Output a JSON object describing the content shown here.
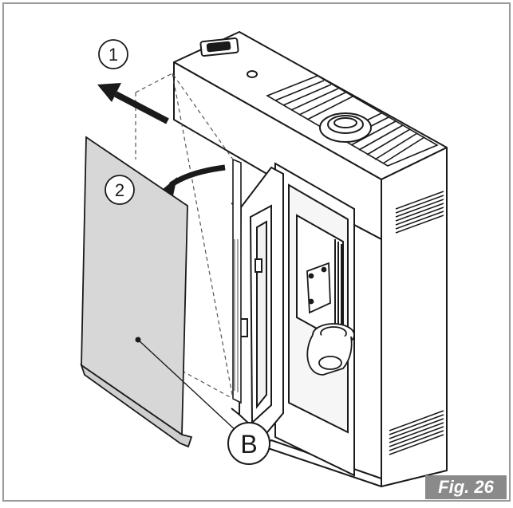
{
  "callouts": {
    "step1": "1",
    "step2": "2",
    "partB": "B"
  },
  "figure": {
    "label": "Fig. 26"
  },
  "colors": {
    "frame": "#9a9a9a",
    "panel_fill": "#d7d7d7",
    "stroke": "#1a1a1a",
    "label_bg": "#8a8a8a"
  }
}
